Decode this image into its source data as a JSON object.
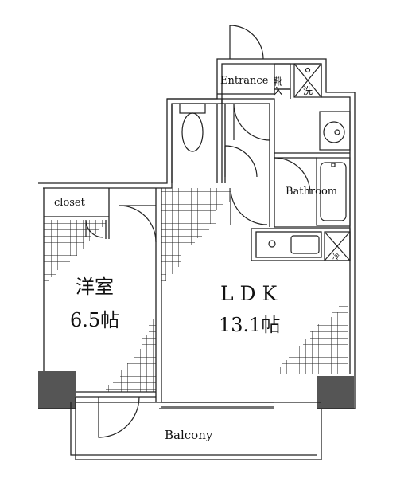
{
  "rooms": {
    "entrance": "Entrance",
    "shoe_box": "靴入",
    "washer": "洗",
    "bathroom": "Bathroom",
    "closet": "closet",
    "western_room_name": "洋室",
    "western_room_size": "6.5帖",
    "ldk_name": "L D K",
    "ldk_size": "13.1帖",
    "balcony": "Balcony",
    "fridge": "冷"
  }
}
